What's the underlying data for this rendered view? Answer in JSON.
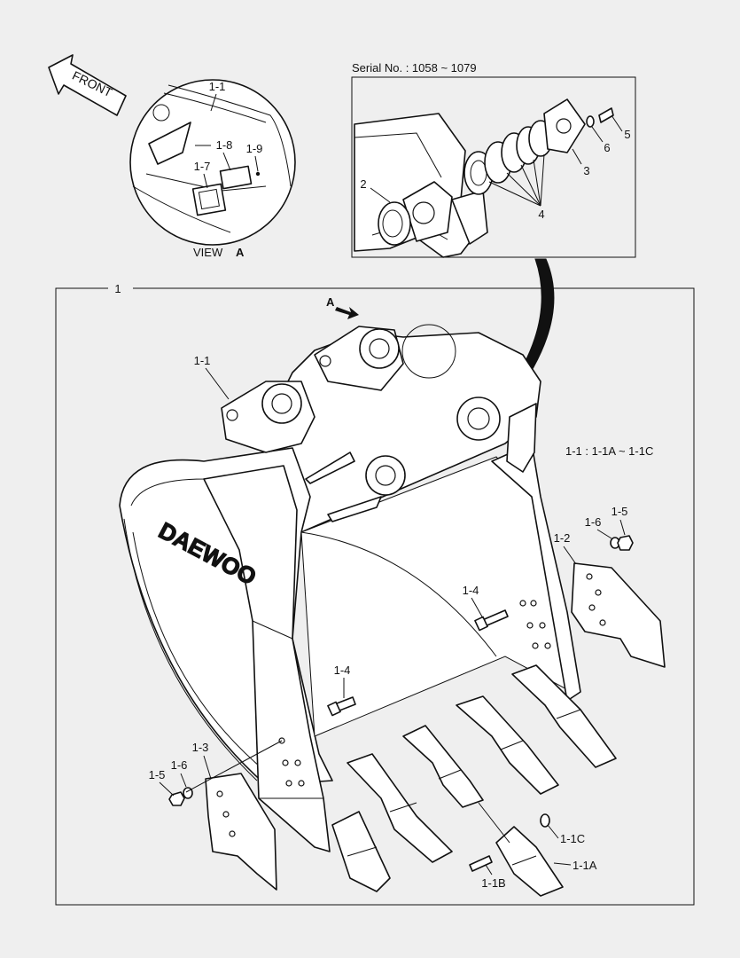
{
  "header": {
    "serial": "Serial No. : 1058 ~ 1079"
  },
  "detail_view": {
    "front_label": "FRONT",
    "view_word": "VIEW",
    "view_letter": "A",
    "callouts": [
      "1-1",
      "1-8",
      "1-9",
      "1-7"
    ]
  },
  "inset": {
    "callouts": [
      "2",
      "5",
      "6",
      "3",
      "4"
    ]
  },
  "main": {
    "frame_label": "1",
    "arrow_label": "A",
    "range_note": "1-1 : 1-1A ~ 1-1C",
    "callouts": [
      "1-1",
      "1-4",
      "1-4",
      "1-5",
      "1-6",
      "1-2",
      "1-3",
      "1-6",
      "1-5",
      "1-1C",
      "1-1A",
      "1-1B"
    ]
  },
  "logo": {
    "text": "DAEWOO"
  }
}
